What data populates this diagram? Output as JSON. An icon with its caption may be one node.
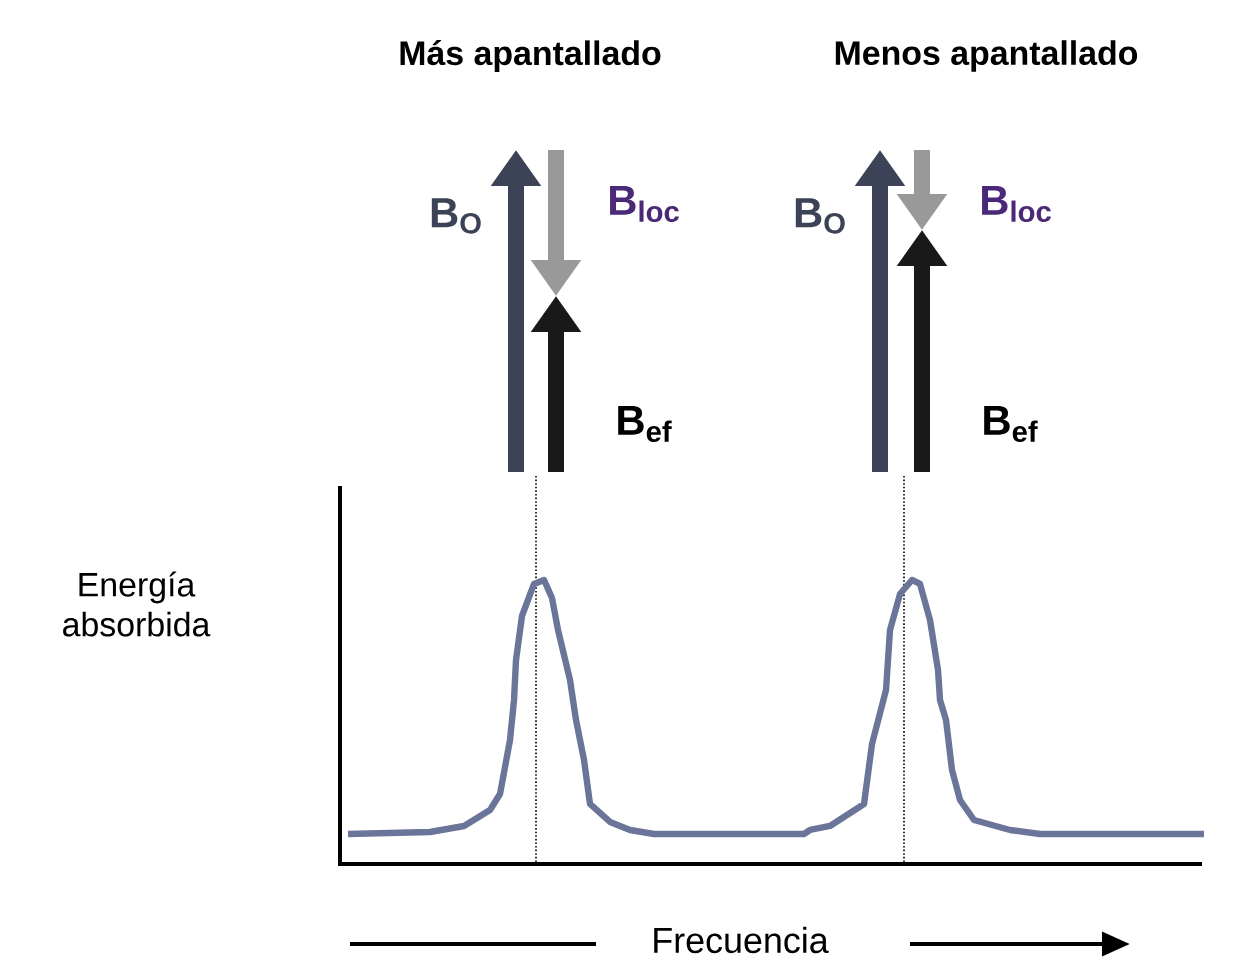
{
  "diagram": {
    "labels": [
      "Más apantallado",
      "Menos apantallado",
      "B$_{O}$",
      "B$_{loc}$",
      "B$_{ef}$",
      "B$_{O}$",
      "B$_{loc}$",
      "B$_{ef}$",
      "Energía absorbida",
      "Frecuencia"
    ]
  }
}
